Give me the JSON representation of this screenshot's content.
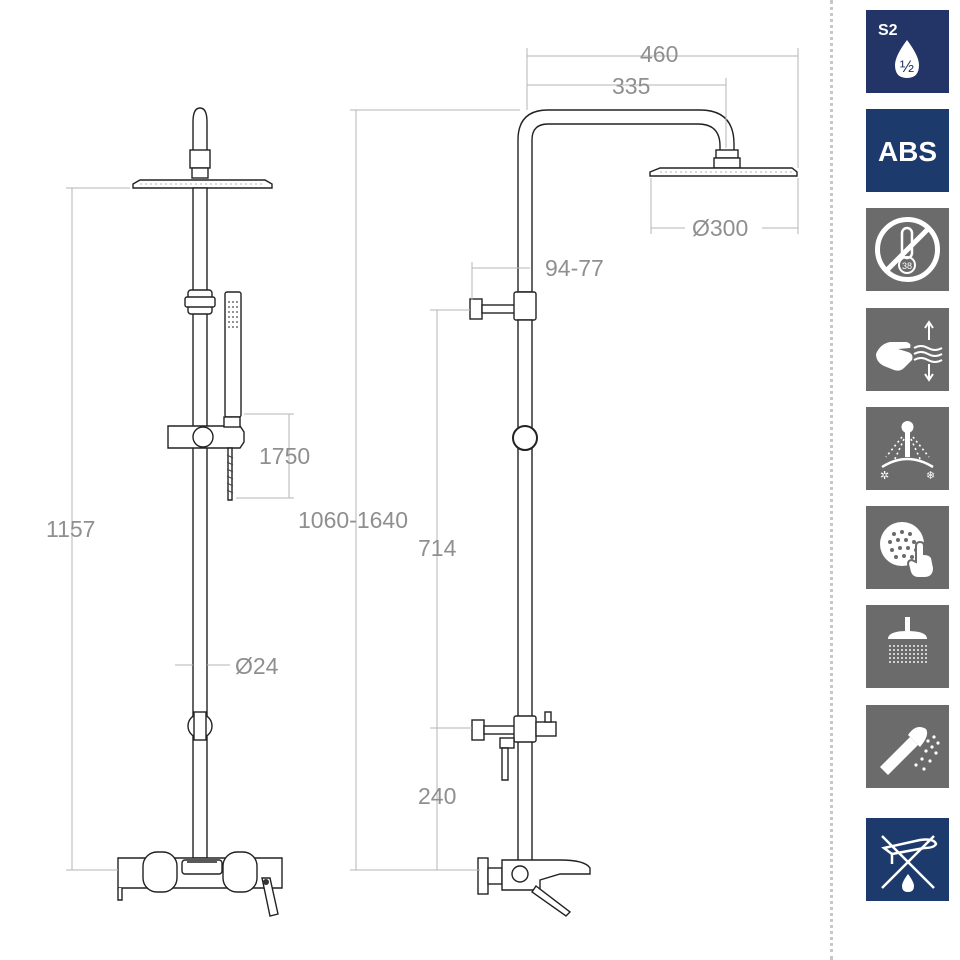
{
  "dimensions": {
    "total_height": "1157",
    "hand_shower_height": "1750",
    "pipe_diameter": "Ø24",
    "adjustable_height": "1060-1640",
    "arm_reach": "460",
    "arm_length": "335",
    "head_diameter": "Ø300",
    "wall_offset": "94-77",
    "slide_length": "714",
    "outlet_offset": "240"
  },
  "features": [
    {
      "icon": "water-saving-s2-icon",
      "label": "S2",
      "fraction": "½",
      "color": "#233566"
    },
    {
      "icon": "abs-material-icon",
      "label": "ABS",
      "color": "#1c3a6b"
    },
    {
      "icon": "no-thermostat-icon",
      "label": "38",
      "color": "#6b6b6b"
    },
    {
      "icon": "easy-clean-icon",
      "color": "#6b6b6b"
    },
    {
      "icon": "temperature-control-icon",
      "color": "#6b6b6b"
    },
    {
      "icon": "anti-lime-nozzles-icon",
      "color": "#6b6b6b"
    },
    {
      "icon": "rain-shower-head-icon",
      "color": "#6b6b6b"
    },
    {
      "icon": "hand-shower-spray-icon",
      "color": "#6b6b6b"
    },
    {
      "icon": "no-bathtub-spout-icon",
      "color": "#1c3a6b"
    }
  ]
}
